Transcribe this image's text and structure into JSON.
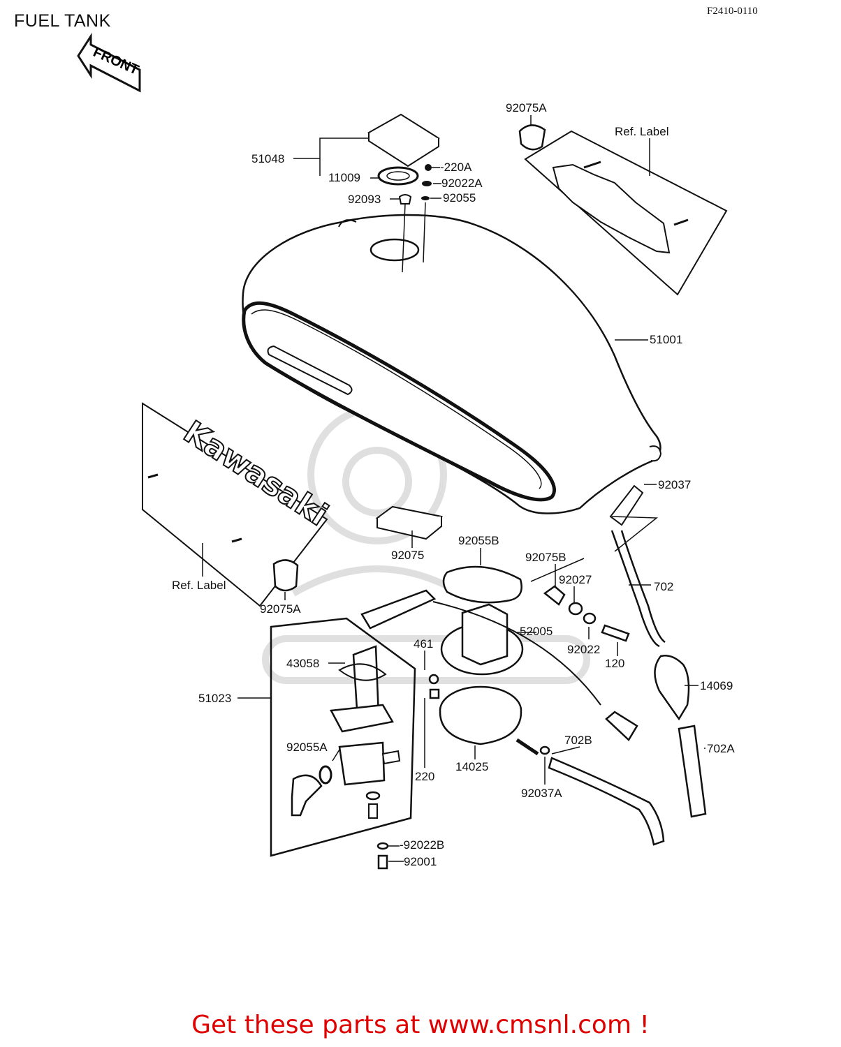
{
  "header": {
    "title": "FUEL TANK",
    "code": "F2410-0110"
  },
  "front_arrow": {
    "text": "FRONT"
  },
  "badge": {
    "text": "Kawasaki"
  },
  "labels": {
    "p92075A_top": "92075A",
    "ref_label_top": "Ref.  Label",
    "p51048": "51048",
    "p11009": "11009",
    "p220A": "-220A",
    "p92022A": "92022A",
    "p92093": "92093",
    "p92055": "92055",
    "p51001": "51001",
    "p92037": "92037",
    "p92075": "92075",
    "p92055B": "92055B",
    "p92075B": "92075B",
    "p92027": "92027",
    "p702": "702",
    "ref_label_left": "Ref.  Label",
    "p92075A_bot": "92075A",
    "p52005": "52005",
    "p461": "461",
    "p92022": "92022",
    "p120": "120",
    "p43058": "43058",
    "p14069": "14069",
    "p51023": "51023",
    "p702B": "702B",
    "p702A": "702A",
    "p92055A": "92055A",
    "p220": "220",
    "p14025": "14025",
    "p92037A": "92037A",
    "p92022B": "-92022B",
    "p92001": "92001"
  },
  "footer": {
    "cta": "Get these parts at www.cmsnl.com !"
  }
}
